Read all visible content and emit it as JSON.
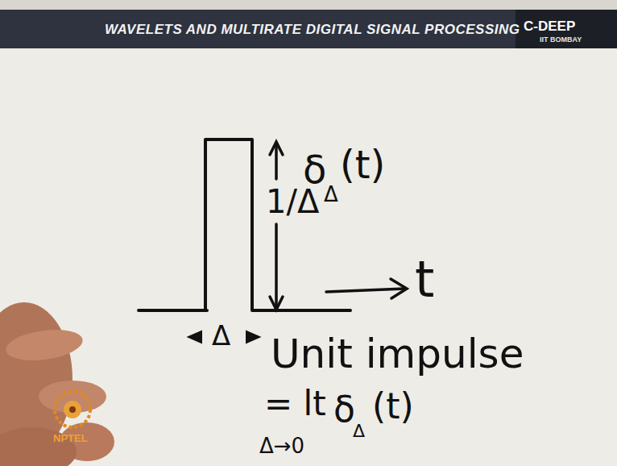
{
  "diagram": {
    "title": "WAVELETS AND MULTIRATE DIGITAL SIGNAL PROCESSING",
    "labels": [
      "C-DEEP",
      "IIT BOMBAY",
      "1/Δ",
      "δ",
      "Δ",
      "(t)",
      "t",
      "Δ",
      "Unit impulse",
      "= lt",
      "δ",
      "Δ",
      "(t)",
      "Δ→0",
      "NPTEL"
    ]
  }
}
